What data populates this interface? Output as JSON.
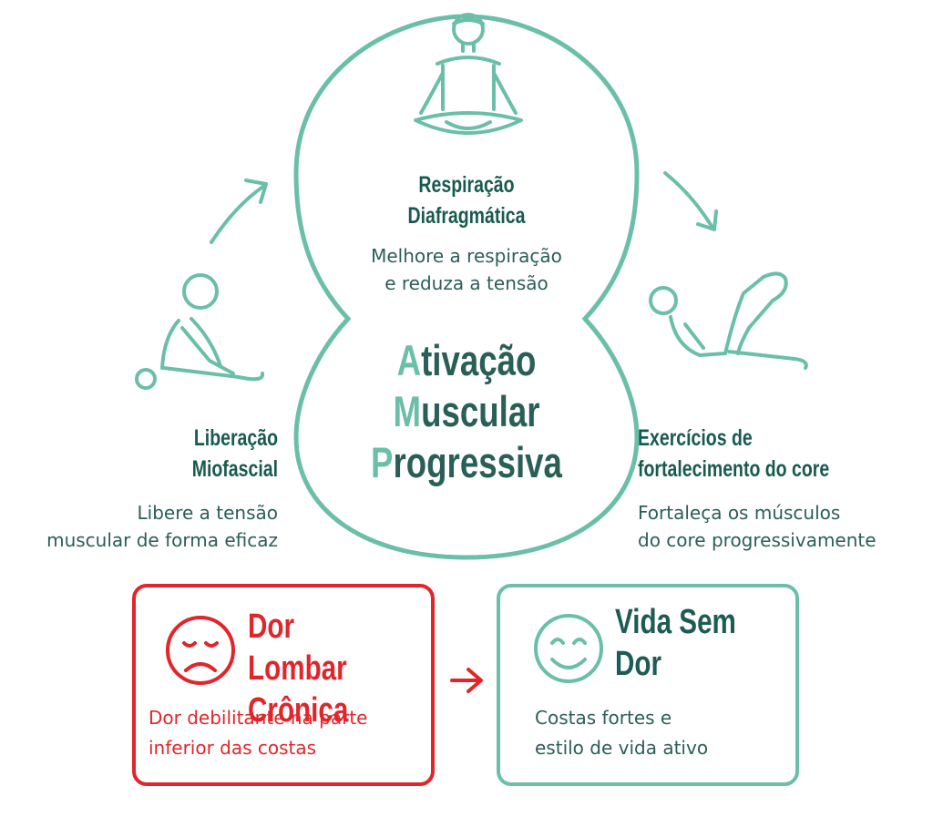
{
  "respiration": {
    "title_line1": "Respiração",
    "title_line2": "Diafragmática",
    "desc_line1": "Melhore a respiração",
    "desc_line2": "e reduza a tensão"
  },
  "center": {
    "line1_initial": "A",
    "line1_rest": "tivação",
    "line2_initial": "M",
    "line2_rest": "uscular",
    "line3_initial": "P",
    "line3_rest": "rogressiva"
  },
  "myofascial": {
    "title_line1": "Liberação",
    "title_line2": "Miofascial",
    "desc_line1": "Libere a tensão",
    "desc_line2": "muscular de forma eficaz"
  },
  "core": {
    "title_line1": "Exercícios de",
    "title_line2": "fortalecimento do core",
    "desc_line1": "Fortaleça os músculos",
    "desc_line2": "do core progressivamente"
  },
  "pain_box": {
    "title_line1": "Dor Lombar",
    "title_line2": "Crônica",
    "desc_line1": "Dor debilitante na parte",
    "desc_line2": "inferior das costas",
    "icon": "sad-face-icon"
  },
  "free_box": {
    "title_line1": "Vida Sem",
    "title_line2": "Dor",
    "desc_line1": "Costas fortes e",
    "desc_line2": "estilo de vida ativo",
    "icon": "happy-face-icon"
  },
  "colors": {
    "teal": "#6bbfa8",
    "dark_teal": "#195a50",
    "red": "#e2252a"
  }
}
